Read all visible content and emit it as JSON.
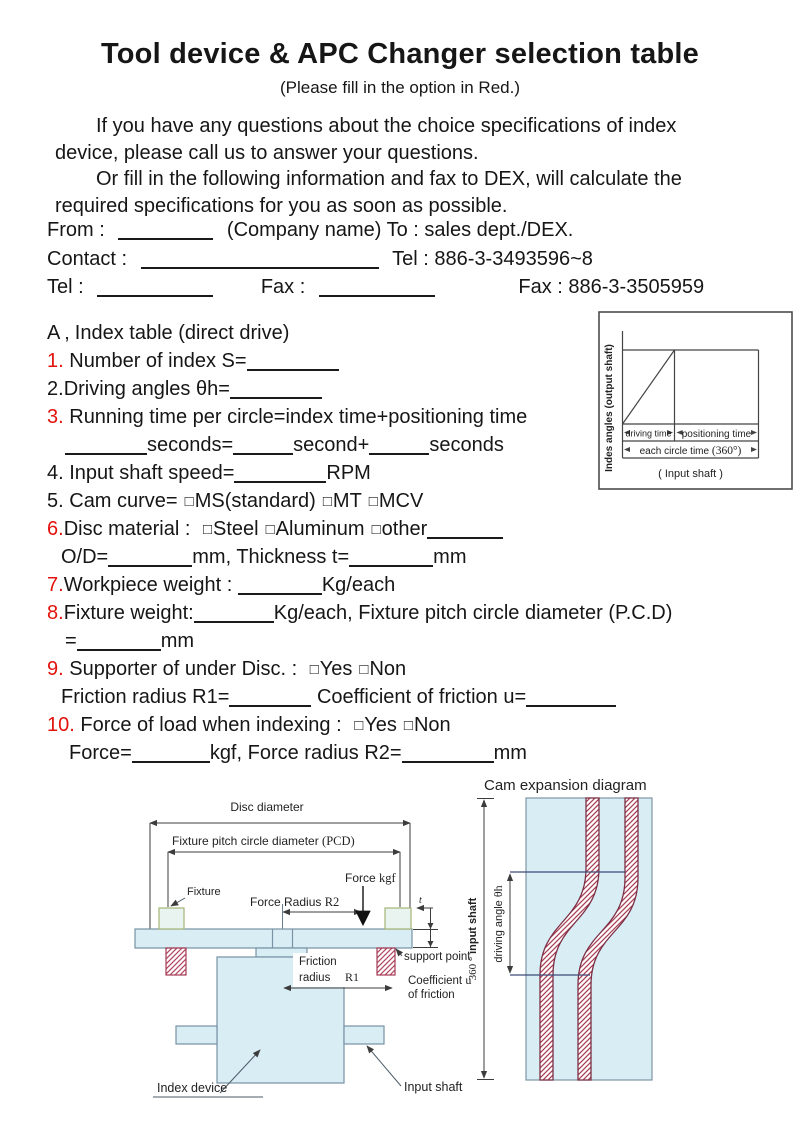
{
  "title": "Tool device & APC Changer selection table",
  "subtitle": "(Please fill in the option in Red.)",
  "colors": {
    "accent_red": "#e2130d",
    "diagram_blue": "#d9edf5",
    "hatch_red": "#b04a63",
    "line": "#3c3c3c"
  },
  "intro": {
    "lines": [
      "If you have any questions about the choice specifications of index",
      "device, please call us to answer your questions.",
      "Or fill in the following information and fax to DEX, will calculate the",
      "required specifications for you as soon as possible."
    ]
  },
  "contact": {
    "from_label": "From :",
    "from_rest": "(Company name) To : sales dept./DEX.",
    "contact_label": "Contact :",
    "tel_value": "Tel : 886-3-3493596~8",
    "tel_label": "Tel :",
    "fax_label": "Fax :",
    "fax_value": "Fax : 886-3-3505959"
  },
  "list": {
    "checkbox_glyph": "□",
    "items": [
      {
        "num": "A ‚",
        "red": false,
        "indent": 0,
        "segs": [
          [
            "t",
            " Index table (direct drive)"
          ]
        ]
      },
      {
        "num": "1.",
        "red": true,
        "indent": 0,
        "segs": [
          [
            "t",
            " Number of index S="
          ],
          [
            "b",
            92
          ]
        ]
      },
      {
        "num": "2.",
        "red": false,
        "indent": 0,
        "segs": [
          [
            "t",
            "Driving angles θh="
          ],
          [
            "b",
            92
          ]
        ]
      },
      {
        "num": "3.",
        "red": true,
        "indent": 0,
        "segs": [
          [
            "t",
            " Running time per circle=index time+positioning time"
          ]
        ]
      },
      {
        "num": "",
        "red": false,
        "indent": 18,
        "segs": [
          [
            "b",
            82
          ],
          [
            "t",
            "seconds="
          ],
          [
            "b",
            60
          ],
          [
            "t",
            "second+"
          ],
          [
            "b",
            60
          ],
          [
            "t",
            "seconds"
          ]
        ]
      },
      {
        "num": "4.",
        "red": false,
        "indent": 0,
        "segs": [
          [
            "t",
            " Input shaft speed="
          ],
          [
            "b",
            92
          ],
          [
            "t",
            "RPM"
          ]
        ]
      },
      {
        "num": "5.",
        "red": false,
        "indent": 0,
        "segs": [
          [
            "t",
            " Cam curve="
          ],
          [
            "c",
            "MS(standard)"
          ],
          [
            "c",
            "MT"
          ],
          [
            "c",
            "MCV"
          ]
        ]
      },
      {
        "num": "6.",
        "red": true,
        "indent": 0,
        "segs": [
          [
            "t",
            "Disc material : "
          ],
          [
            "c",
            "Steel"
          ],
          [
            "c",
            "Aluminum"
          ],
          [
            "c",
            "other"
          ],
          [
            "b",
            76
          ]
        ]
      },
      {
        "num": "",
        "red": false,
        "indent": 14,
        "segs": [
          [
            "t",
            "O/D="
          ],
          [
            "b",
            84
          ],
          [
            "t",
            "mm, Thickness t="
          ],
          [
            "b",
            84
          ],
          [
            "t",
            "mm"
          ]
        ]
      },
      {
        "num": "7.",
        "red": true,
        "indent": 0,
        "segs": [
          [
            "t",
            "Workpiece weight : "
          ],
          [
            "b",
            84
          ],
          [
            "t",
            "Kg/each"
          ]
        ]
      },
      {
        "num": "8.",
        "red": true,
        "indent": 0,
        "segs": [
          [
            "t",
            "Fixture weight:"
          ],
          [
            "b",
            80
          ],
          [
            "t",
            "Kg/each, Fixture pitch circle diameter (P.C.D)"
          ]
        ]
      },
      {
        "num": "",
        "red": false,
        "indent": 18,
        "segs": [
          [
            "t",
            "="
          ],
          [
            "b",
            84
          ],
          [
            "t",
            "mm"
          ]
        ]
      },
      {
        "num": "9.",
        "red": true,
        "indent": 0,
        "segs": [
          [
            "t",
            " Supporter of under Disc. : "
          ],
          [
            "c",
            "Yes"
          ],
          [
            "c",
            "Non"
          ]
        ]
      },
      {
        "num": "",
        "red": false,
        "indent": 14,
        "segs": [
          [
            "t",
            "Friction radius R1="
          ],
          [
            "b",
            82
          ],
          [
            "t",
            " Coefficient of friction u="
          ],
          [
            "b",
            90
          ]
        ]
      },
      {
        "num": "10.",
        "red": true,
        "indent": 0,
        "segs": [
          [
            "t",
            " Force of load when indexing : "
          ],
          [
            "c",
            "Yes"
          ],
          [
            "c",
            "Non"
          ]
        ]
      },
      {
        "num": "",
        "red": false,
        "indent": 22,
        "segs": [
          [
            "t",
            "Force="
          ],
          [
            "b",
            78
          ],
          [
            "t",
            "kgf, Force radius R2="
          ],
          [
            "b",
            92
          ],
          [
            "t",
            "mm"
          ]
        ]
      }
    ]
  },
  "graph": {
    "y_axis": "Indes angles (output shaft)",
    "driving_time": "driving time",
    "positioning_time": "positioning time",
    "each_circle": "each circle time ",
    "each_circle_deg": "(360°)",
    "caption": "( Input shaft )"
  },
  "left_diagram": {
    "disc_diameter": "Disc diameter",
    "pcd_label": "Fixture pitch circle diameter ",
    "pcd_sym": "(PCD)",
    "fixture": "Fixture",
    "force": "Force ",
    "force_unit": "kgf",
    "force_radius": "Force Radius ",
    "force_radius_sym": "R2",
    "friction_line1": "Friction",
    "friction_line2": "radius",
    "friction_sym": "R1",
    "support_point": "support point",
    "coefficient": "Coefficient ",
    "coefficient_sym": "u",
    "coefficient_line2": "of friction",
    "thickness_sym": "t",
    "index_device": "Index device",
    "input_shaft": "Input shaft"
  },
  "cam": {
    "title": "Cam expansion diagram",
    "axis_deg": "360 ° ",
    "axis_label": " input shaft",
    "driving_angle": "driving angle ",
    "driving_angle_sym": "θh"
  }
}
